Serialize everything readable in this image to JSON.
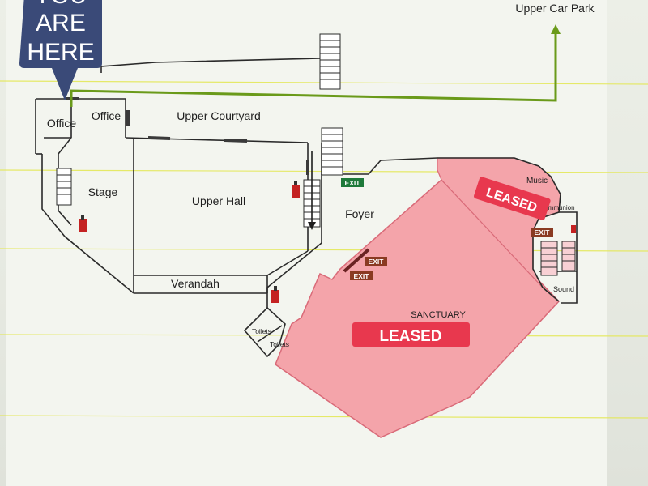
{
  "badge": {
    "line1": "YOU",
    "line2": "ARE",
    "line3": "HERE"
  },
  "destination": {
    "label": "Upper Car Park"
  },
  "rooms": {
    "office_left": "Office",
    "office_right": "Office",
    "upper_courtyard": "Upper Courtyard",
    "stage": "Stage",
    "upper_hall": "Upper Hall",
    "foyer": "Foyer",
    "verandah": "Verandah",
    "toilets_1": "Toilets",
    "toilets_2": "Toilets",
    "sanctuary": "SANCTUARY",
    "music": "Music",
    "communion": "Communion",
    "sound": "Sound"
  },
  "exits": {
    "label": "EXIT"
  },
  "leased": {
    "label": "LEASED"
  },
  "colors": {
    "badge": "#3a4a78",
    "route": "#6a9a1a",
    "leased_fill": "#f4a4aa",
    "leased_stroke": "#d96a78",
    "leased_stamp": "#e8384e",
    "exit_green": "#1e7a3a",
    "exit_brown": "#8a3a22",
    "extinguisher": "#c42222",
    "walls": "#2a2a2a",
    "ruled_line": "#e4e85a"
  },
  "icons": {
    "extinguisher": "fire-extinguisher-icon",
    "stairs": "stairs-icon",
    "route_arrow": "arrow-up-icon",
    "stair_arrow": "arrow-down-icon"
  }
}
